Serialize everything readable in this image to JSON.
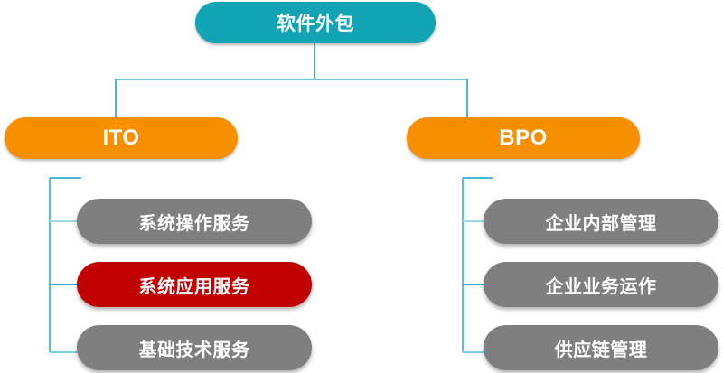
{
  "diagram": {
    "type": "tree-hierarchy",
    "title": "软件外包",
    "colors": {
      "root": "#12a3b4",
      "branch": "#f78f00",
      "leaf": "#7f7f7f",
      "leaf_highlight": "#c00000",
      "connector": "#4ab8cc",
      "text": "#ffffff",
      "background": "#ffffff"
    },
    "root": {
      "label": "软件外包"
    },
    "branches": [
      {
        "id": "ito",
        "label": "ITO",
        "side": "left",
        "children": [
          {
            "label": "系统操作服务",
            "highlight": false
          },
          {
            "label": "系统应用服务",
            "highlight": true
          },
          {
            "label": "基础技术服务",
            "highlight": false
          }
        ]
      },
      {
        "id": "bpo",
        "label": "BPO",
        "side": "right",
        "children": [
          {
            "label": "企业内部管理",
            "highlight": false
          },
          {
            "label": "企业业务运作",
            "highlight": false
          },
          {
            "label": "供应链管理",
            "highlight": false
          }
        ]
      }
    ]
  }
}
